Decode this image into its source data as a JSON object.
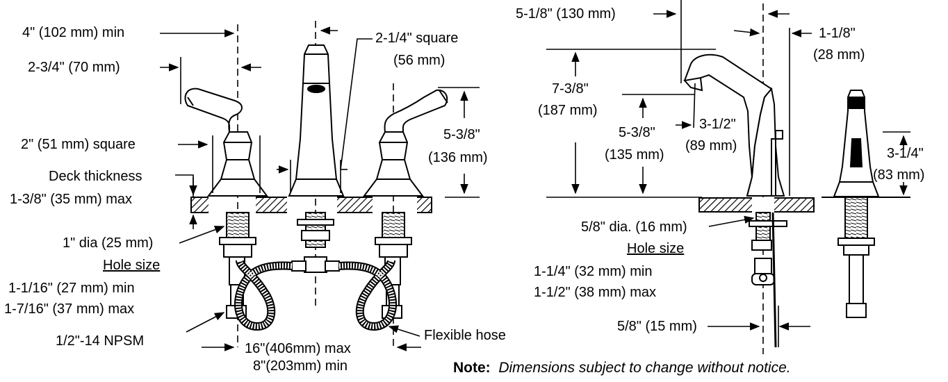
{
  "labels": {
    "l4in_min": "4\" (102 mm) min",
    "l2_3_4": "2-3/4\" (70 mm)",
    "l2in_square": "2\" (51 mm) square",
    "deck_thickness": "Deck thickness",
    "deck_max": "1-3/8\" (35 mm) max",
    "dia1": "1\" dia (25 mm)",
    "hole_size_left": "Hole size",
    "hole_min_left": "1-1/16\" (27 mm) min",
    "hole_max_left": "1-7/16\" (37 mm) max",
    "npsm": "1/2\"-14 NPSM",
    "spread_max": "16\"(406mm) max",
    "spread_min": "8\"(203mm) min",
    "sq_2_1_4_a": "2-1/4\" square",
    "sq_2_1_4_b": "(56 mm)",
    "h5_3_8_a": "5-3/8\"",
    "h5_3_8_b": "(136 mm)",
    "flex_hose": "Flexible hose",
    "r5_1_8": "5-1/8\" (130 mm)",
    "r1_1_8_a": "1-1/8\"",
    "r1_1_8_b": "(28 mm)",
    "r7_3_8_a": "7-3/8\"",
    "r7_3_8_b": "(187 mm)",
    "r5_3_8_a": "5-3/8\"",
    "r5_3_8_b": "(135 mm)",
    "r3_1_2_a": "3-1/2\"",
    "r3_1_2_b": "(89 mm)",
    "r3_1_4_a": "3-1/4\"",
    "r3_1_4_b": "(83 mm)",
    "r5_8_dia": "5/8\" dia. (16 mm)",
    "hole_size_right": "Hole size",
    "hole_min_right": "1-1/4\" (32 mm)  min",
    "hole_max_right": "1-1/2\" (38 mm) max",
    "r5_8_15": "5/8\" (15 mm)"
  },
  "note": {
    "heading": "Note:",
    "text": "Dimensions subject to change without notice."
  },
  "colors": {
    "line": "#000000",
    "fill": "#ffffff",
    "hatch": "#000000"
  }
}
